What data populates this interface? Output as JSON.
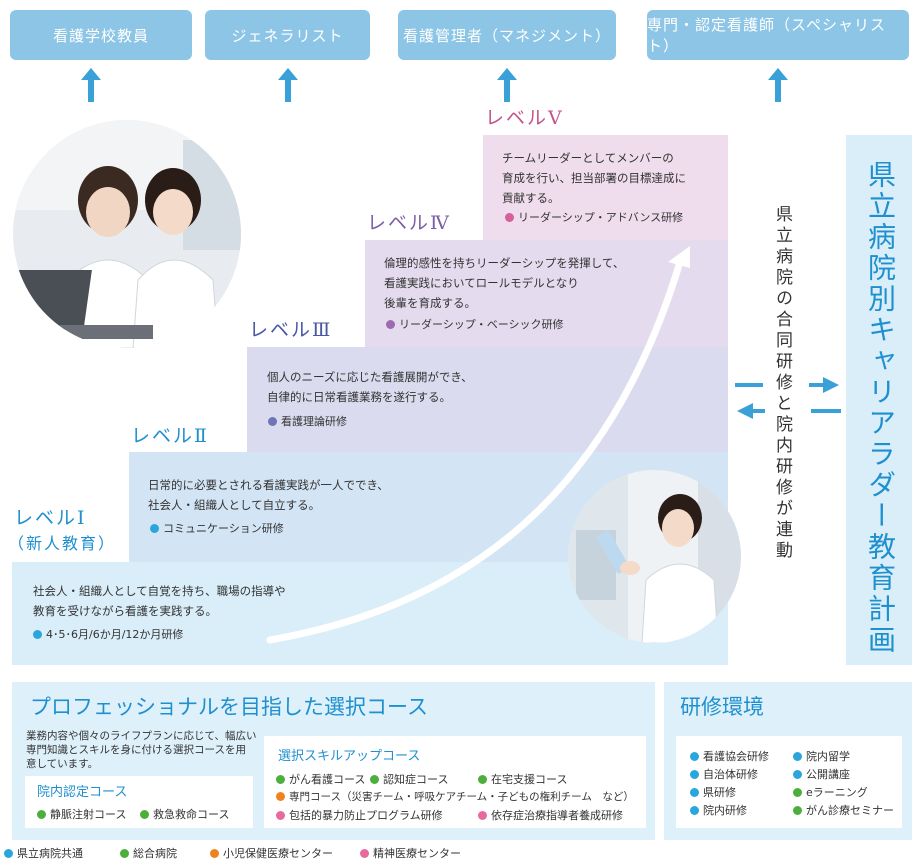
{
  "careers": [
    "看護学校教員",
    "ジェネラリスト",
    "看護管理者（マネジメント）",
    "専門・認定看護師（スペシャリスト）"
  ],
  "levels": [
    {
      "title": "レベルⅠ",
      "sub": "（新人教育）",
      "lines": [
        "社会人・組織人として自覚を持ち、職場の指導や",
        "教育を受けながら看護を実践する。"
      ],
      "tag": "4･5･6月/6か月/12か月研修",
      "tag_color": "#2aa6dc"
    },
    {
      "title": "レベルⅡ",
      "lines": [
        "日常的に必要とされる看護実践が一人ででき、",
        "社会人・組織人として自立する。"
      ],
      "tag": "コミュニケーション研修",
      "tag_color": "#2aa6dc"
    },
    {
      "title": "レベルⅢ",
      "lines": [
        "個人のニーズに応じた看護展開ができ、",
        "自律的に日常看護業務を遂行する。"
      ],
      "tag": "看護理論研修",
      "tag_color": "#6f74b8"
    },
    {
      "title": "レベルⅣ",
      "lines": [
        "倫理的感性を持ちリーダーシップを発揮して、",
        "看護実践においてロールモデルとなり",
        "後輩を育成する。"
      ],
      "tag": "リーダーシップ・ベーシック研修",
      "tag_color": "#9d6bb0"
    },
    {
      "title": "レベルⅤ",
      "lines": [
        "チームリーダーとしてメンバーの",
        "育成を行い、担当部署の目標達成に",
        "貢献する。"
      ],
      "tag": "リーダーシップ・アドバンス研修",
      "tag_color": "#d6609a"
    }
  ],
  "link_text": "県立病院の合同研修と院内研修が連動",
  "plan_title": "県立病院別キャリアラダー教育計画",
  "course": {
    "title": "プロフェッショナルを目指した選択コース",
    "desc": [
      "業務内容や個々のライフプランに応じて、幅広い",
      "専門知識とスキルを身に付ける選択コースを用",
      "意しています。"
    ],
    "cert_title": "院内認定コース",
    "cert_items": [
      "静脈注射コース",
      "救急救命コース"
    ],
    "skill_title": "選択スキルアップコース",
    "skill_items": [
      {
        "label": "がん看護コース",
        "color": "#4caf3c"
      },
      {
        "label": "認知症コース",
        "color": "#4caf3c"
      },
      {
        "label": "在宅支援コース",
        "color": "#4caf3c"
      },
      {
        "label": "専門コース（災害チーム・呼吸ケアチーム・子どもの権利チーム　など）",
        "color": "#f0821e"
      },
      {
        "label": "包括的暴力防止プログラム研修",
        "color": "#e86a9c"
      },
      {
        "label": "依存症治療指導者養成研修",
        "color": "#e86a9c"
      }
    ]
  },
  "env": {
    "title": "研修環境",
    "items": [
      {
        "label": "看護協会研修",
        "color": "#2aa6dc"
      },
      {
        "label": "院内留学",
        "color": "#2aa6dc"
      },
      {
        "label": "自治体研修",
        "color": "#2aa6dc"
      },
      {
        "label": "公開講座",
        "color": "#2aa6dc"
      },
      {
        "label": "県研修",
        "color": "#2aa6dc"
      },
      {
        "label": "eラーニング",
        "color": "#4caf3c"
      },
      {
        "label": "院内研修",
        "color": "#2aa6dc"
      },
      {
        "label": "がん診療セミナー",
        "color": "#4caf3c"
      }
    ]
  },
  "legend": [
    {
      "label": "県立病院共通",
      "color": "#2aa6dc"
    },
    {
      "label": "総合病院",
      "color": "#4caf3c"
    },
    {
      "label": "小児保健医療センター",
      "color": "#f0821e"
    },
    {
      "label": "精神医療センター",
      "color": "#e86a9c"
    }
  ],
  "colors": {
    "career_box": "#8cc5e6",
    "arrow": "#3aa0d8",
    "level1": "#d9eef9",
    "level2": "#d3e4f4",
    "level3": "#dadbee",
    "level4": "#e4dcee",
    "level5": "#efdcec",
    "title_blue": "#1f90cf",
    "title_purple": "#7c5ea8",
    "title_pink": "#c2568c"
  }
}
